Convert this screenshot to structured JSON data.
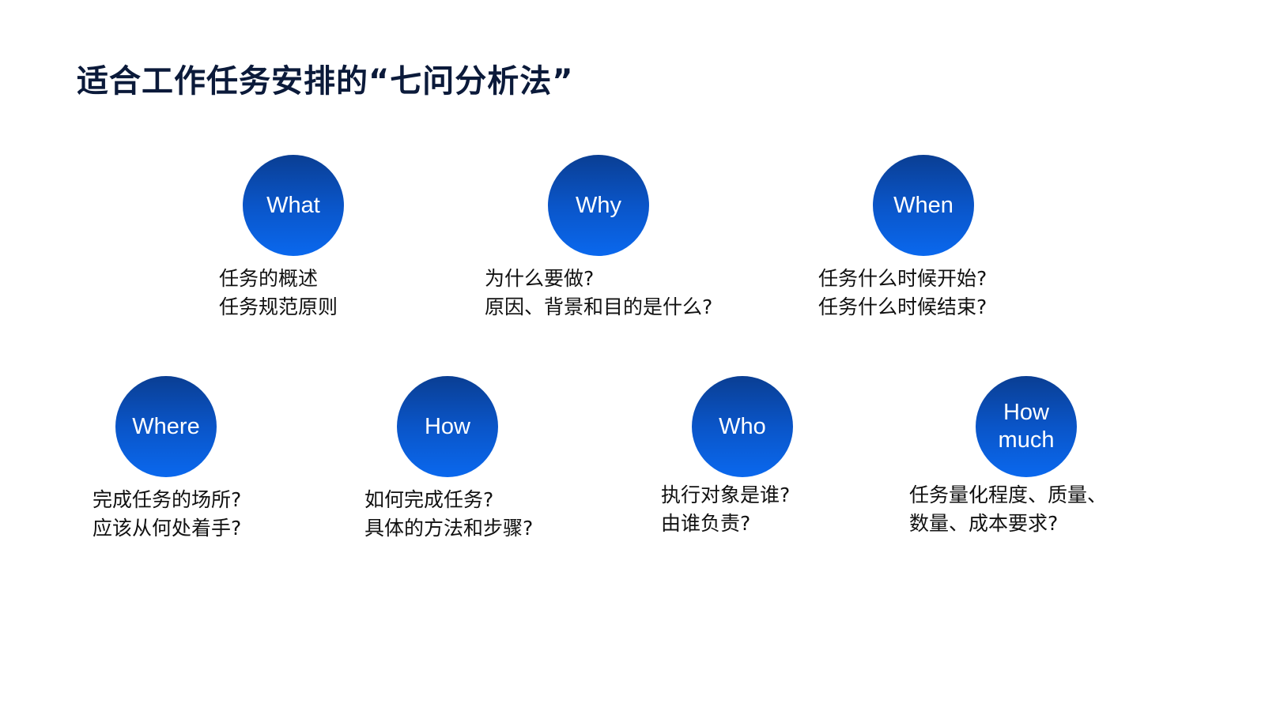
{
  "title": "适合工作任务安排的“七问分析法”",
  "items": [
    {
      "label": "What",
      "lines": [
        "任务的概述",
        "任务规范原则"
      ]
    },
    {
      "label": "Why",
      "lines": [
        "为什么要做?",
        "原因、背景和目的是什么?"
      ]
    },
    {
      "label": "When",
      "lines": [
        "任务什么时候开始?",
        "任务什么时候结束?"
      ]
    },
    {
      "label": "Where",
      "lines": [
        "完成任务的场所?",
        "应该从何处着手?"
      ]
    },
    {
      "label": "How",
      "lines": [
        "如何完成任务?",
        "具体的方法和步骤?"
      ]
    },
    {
      "label": "Who",
      "lines": [
        "执行对象是谁?",
        "由谁负责?"
      ]
    },
    {
      "label": "How much",
      "lines": [
        "任务量化程度、质量、",
        "数量、成本要求?"
      ]
    }
  ],
  "colors": {
    "circle_top": "#0a3e93",
    "circle_bottom": "#0a68ee",
    "title": "#0b1a3a"
  }
}
